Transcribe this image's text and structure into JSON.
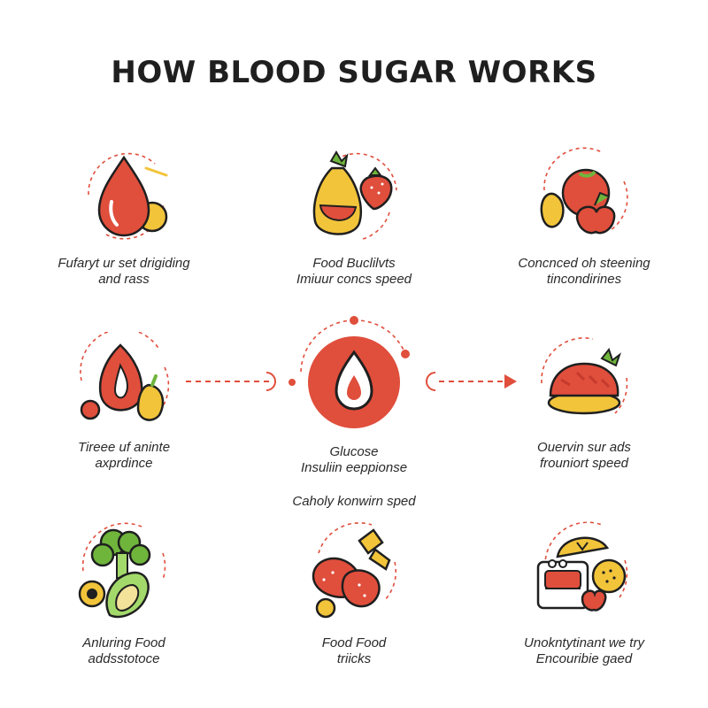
{
  "title": "HOW BLOOD SUGAR WORKS",
  "colors": {
    "red": "#e04e3c",
    "dark_red": "#c53a2c",
    "yellow": "#f2c43a",
    "green": "#6fb53c",
    "outline": "#1f1f1f",
    "dashed": "#e04e3c"
  },
  "items": [
    {
      "icon": "blood-drop-icon",
      "line1": "Fufaryt ur set drigiding",
      "line2": "and rass"
    },
    {
      "icon": "fruit-basket-icon",
      "line1": "Food Buclilvts",
      "line2": "Imiuur concs speed"
    },
    {
      "icon": "apple-tomato-icon",
      "line1": "Concnced oh steening",
      "line2": "tincondirines"
    },
    {
      "icon": "fruit-drop-icon",
      "line1": "Tireee uf aninte",
      "line2": "axprdince"
    },
    {
      "icon": "glucose-drop-icon",
      "line1": "Glucose",
      "line2": "Insuliin eeppionse",
      "line3": "Caholy konwirn sped"
    },
    {
      "icon": "pie-icon",
      "line1": "Ouervin sur ads",
      "line2": "frouniort speed"
    },
    {
      "icon": "broccoli-avocado-icon",
      "line1": "Anluring Food",
      "line2": "addsstotoce"
    },
    {
      "icon": "sweets-candy-icon",
      "line1": "Food Food",
      "line2": "triicks"
    },
    {
      "icon": "food-container-icon",
      "line1": "Unokntytinant we try",
      "line2": "Encouribie gaed"
    }
  ]
}
